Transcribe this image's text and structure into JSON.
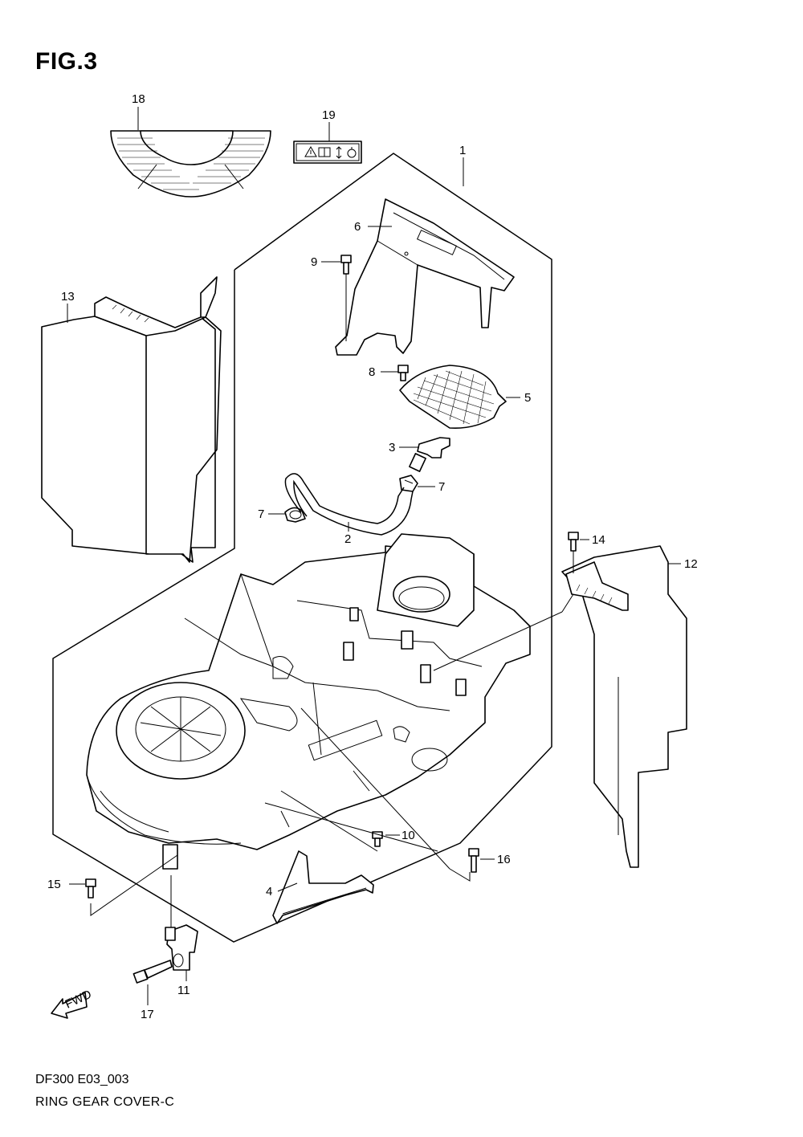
{
  "figure": {
    "title": "FIG.3",
    "code": "DF300 E03_003",
    "name": "RING GEAR COVER-C",
    "fwd_label": "FWD"
  },
  "callouts": {
    "c1": "1",
    "c2": "2",
    "c3": "3",
    "c4": "4",
    "c5": "5",
    "c6": "6",
    "c7a": "7",
    "c7b": "7",
    "c8": "8",
    "c9": "9",
    "c10": "10",
    "c11": "11",
    "c12": "12",
    "c13": "13",
    "c14": "14",
    "c15": "15",
    "c16": "16",
    "c17": "17",
    "c18": "18",
    "c19": "19"
  },
  "icons": [
    "warning-icon",
    "manual-icon",
    "up-down-arrow-icon",
    "tilt-lock-icon",
    "fwd-arrow-icon"
  ]
}
